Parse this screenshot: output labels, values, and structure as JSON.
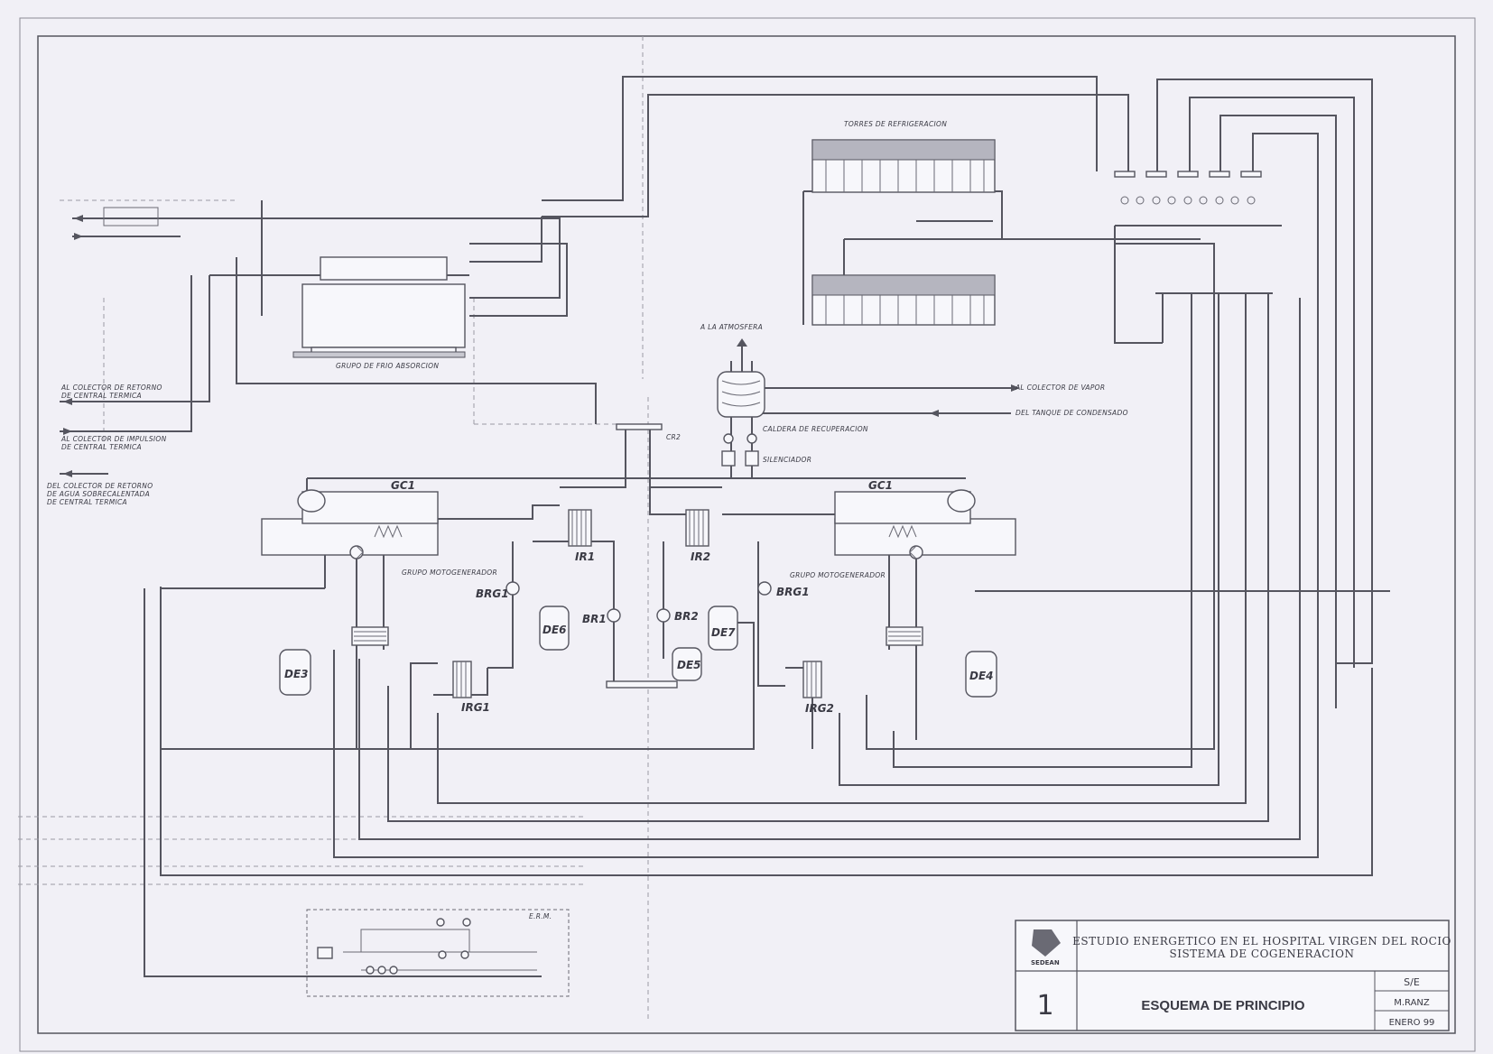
{
  "colors": {
    "paper": "#f1f0f6",
    "line": "#55555f"
  },
  "labels": {
    "cooling_towers": "TORRES DE REFRIGERACION",
    "absorption_group": "GRUPO DE FRIO ABSORCION",
    "atmosphere": "A LA ATMOSFERA",
    "steam_collector": "AL COLECTOR DE VAPOR",
    "condensate_tank": "DEL TANQUE DE CONDENSADO",
    "recovery_boiler": "CALDERA DE RECUPERACION",
    "silencer": "SILENCIADOR",
    "return_collector_1": "AL COLECTOR DE RETORNO",
    "return_collector_2": "DE CENTRAL TERMICA",
    "impulsion_collector_1": "AL COLECTOR DE IMPULSION",
    "impulsion_collector_2": "DE CENTRAL TERMICA",
    "superheated_1": "DEL COLECTOR DE RETORNO",
    "superheated_2": "DE AGUA SOBRECALENTADA",
    "superheated_3": "DE CENTRAL TERMICA",
    "motogen_left": "GRUPO MOTOGENERADOR",
    "motogen_right": "GRUPO MOTOGENERADOR",
    "cr2": "CR2",
    "erm": "E.R.M."
  },
  "equipment": {
    "gc1_left": "GC1",
    "gc1_right": "GC1",
    "ir1": "IR1",
    "ir2": "IR2",
    "brg1_left": "BRG1",
    "brg1_right": "BRG1",
    "br1": "BR1",
    "br2": "BR2",
    "de3": "DE3",
    "de4": "DE4",
    "de5": "DE5",
    "de6": "DE6",
    "de7": "DE7",
    "irg1": "IRG1",
    "irg2": "IRG2"
  },
  "title_block": {
    "company": "SEDEAN",
    "title_line1": "ESTUDIO ENERGETICO EN EL HOSPITAL VIRGEN DEL ROCIO",
    "title_line2": "SISTEMA DE COGENERACION",
    "plan_number": "1",
    "drawing_name": "ESQUEMA DE PRINCIPIO",
    "scale": "S/E",
    "author": "M.RANZ",
    "date": "ENERO 99"
  }
}
